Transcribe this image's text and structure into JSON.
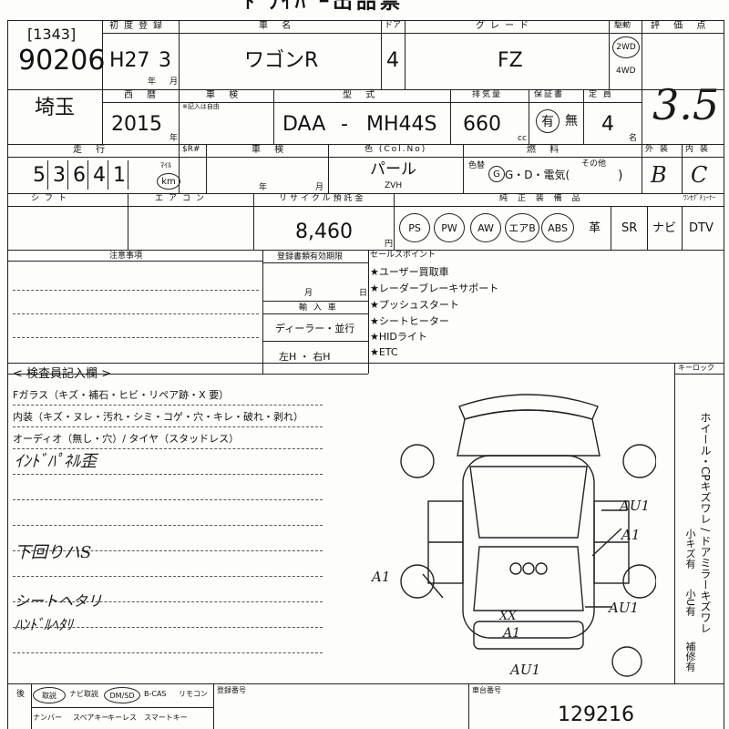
{
  "header": {
    "title": "ﾄﾞﾗｲﾊﾞｰ出品票"
  },
  "lot": {
    "id": "[1343]",
    "number": "90206"
  },
  "labels": {
    "first_reg": "初度登録",
    "car_name": "車 名",
    "doors": "ドア",
    "grade": "グレード",
    "drive": "駆動",
    "score": "評 価 点",
    "year_w": "西 暦",
    "inspection": "車 検",
    "chassis": "型 式",
    "displacement": "排気量",
    "warranty": "保証書",
    "capacity": "定 員",
    "mileage": "走 行",
    "sm": "$R#",
    "shaken": "車 検",
    "color": "色 (Col.No)",
    "fuel": "燃 料",
    "exterior": "外 装",
    "interior": "内 装",
    "shift": "シフト",
    "aircon": "エアコン",
    "recycle": "リサイクル預託金",
    "equipment": "純 正 装 備 品",
    "tuner": "ﾜﾝｾｸﾞﾁｭｰﾅｰ",
    "caution": "注意事項",
    "docs_deadline": "登録書類有効期限",
    "import": "輸 入 車",
    "selling_points": "セールスポイント",
    "inspector": "< 検査員記入欄 >",
    "key_lock": "キーロック",
    "frame_no": "車台番号",
    "reg_no": "登録番号",
    "year_unit": "年",
    "month_unit": "月",
    "cc": "cc",
    "person_unit": "名",
    "yen": "円",
    "mile": "ﾏｲﾙ",
    "km": "km",
    "note_kinyu": "※記入は自由",
    "day": "日",
    "color_paint": "色替",
    "other": "その他"
  },
  "vehicle": {
    "era": "H27",
    "month": "3",
    "name": "ワゴンR",
    "doors": "4",
    "grade": "FZ",
    "drive_2wd": "2WD",
    "drive_4wd": "4WD",
    "score": "3.5",
    "region": "埼玉",
    "year": "2015",
    "chassis_prefix": "DAA",
    "chassis_dash": "-",
    "chassis_model": "MH44S",
    "displacement": "660",
    "warranty_yes": "有",
    "warranty_no": "無",
    "capacity": "4",
    "mileage_digits": [
      "5",
      "3",
      "6",
      "4",
      "1"
    ],
    "color_name": "パール",
    "color_code": "ZVH",
    "fuel": "G・D・電気(",
    "fuel_close": ")",
    "exterior_grade": "B",
    "interior_grade": "C",
    "recycle_fee": "8,460",
    "frame_number": "129216"
  },
  "equipment": [
    "PS",
    "PW",
    "AW",
    "エアB",
    "ABS",
    "革",
    "SR",
    "ナビ",
    "DTV"
  ],
  "docs": {
    "month_label": "月",
    "day_label": "日"
  },
  "import": {
    "dealer": "ディーラー・並行",
    "steering": "左H ・ 右H"
  },
  "selling_points": [
    "★ユーザー買取車",
    "★レーダーブレーキサポート",
    "★プッシュスタート",
    "★シートヒーター",
    "★HIDライト",
    "★ETC"
  ],
  "inspector_lines": [
    "Fガラス（キズ・補石・ヒビ・リペア跡・X 要）",
    "内装（キズ・ヌレ・汚れ・シミ・コゲ・穴・キレ・破れ・剥れ）",
    "オーディオ（無し・穴）/ タイヤ（スタッドレス）"
  ],
  "handwritten": [
    "ｲﾝﾄﾞﾊﾟﾈﾙ歪",
    "下回りハS",
    "シートヘタリ",
    "ﾊﾝﾄﾞﾙﾍﾀﾘ"
  ],
  "legend_vertical": "ホイール・CPキズワレ / ドアミラーキズワレ",
  "legend_sub": [
    "小キズ有",
    "小U有",
    "補修有"
  ],
  "damage_marks": [
    "AU1",
    "A1",
    "A1",
    "AU1",
    "XX",
    "A1",
    "AU1"
  ],
  "footer": {
    "row1": [
      "後",
      "取説",
      "ナビ取説",
      "DM/SD",
      "B-CAS",
      "リモコン"
    ],
    "row2": [
      "ナンバー",
      "スペアキー",
      "キーレス",
      "スマートキー"
    ]
  }
}
